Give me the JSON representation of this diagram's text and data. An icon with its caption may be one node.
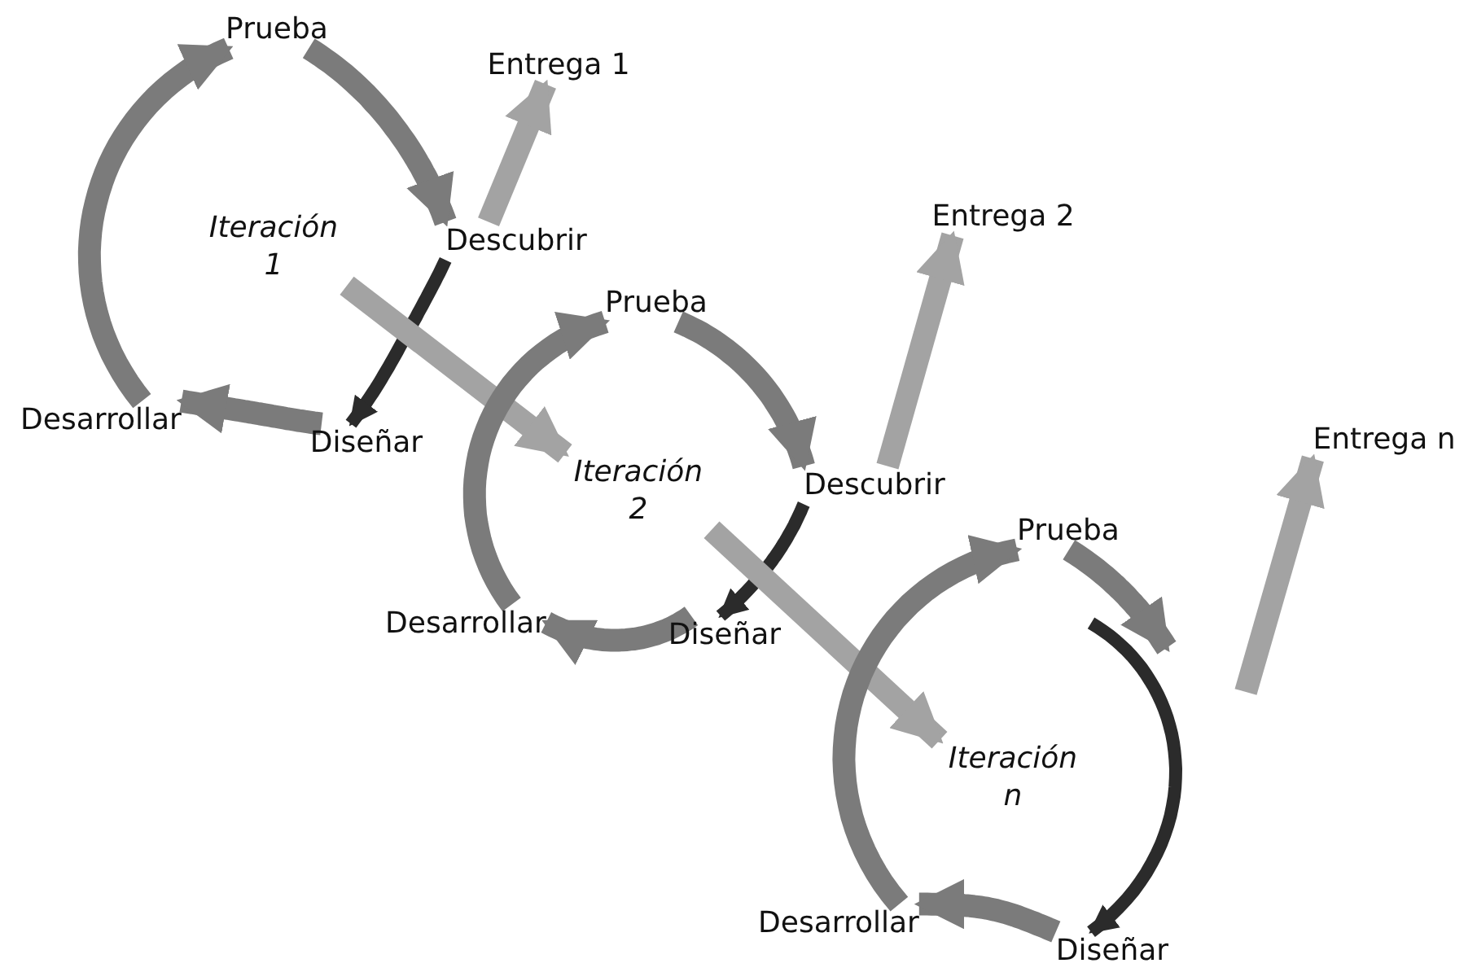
{
  "diagram": {
    "nodes": [
      {
        "text": [
          "Prueba"
        ]
      },
      {
        "text": [
          "Entrega 1"
        ]
      },
      {
        "text": [
          "Iteración 1"
        ]
      },
      {
        "text": [
          "Descubrir"
        ]
      },
      {
        "text": [
          "Desarrollar"
        ]
      },
      {
        "text": [
          "Diseñar"
        ]
      },
      {
        "text": [
          "Prueba"
        ]
      },
      {
        "text": [
          "Entrega 2"
        ]
      },
      {
        "text": [
          "Iteración 2"
        ]
      },
      {
        "text": [
          "Descubrir"
        ]
      },
      {
        "text": [
          "Desarrollar"
        ]
      },
      {
        "text": [
          "Diseñar"
        ]
      },
      {
        "text": [
          "Prueba"
        ]
      },
      {
        "text": [
          "Entrega n"
        ]
      },
      {
        "text": [
          "Iteración n"
        ]
      },
      {
        "text": [
          "Desarrollar"
        ]
      },
      {
        "text": [
          "Diseñar"
        ]
      }
    ],
    "edges": [
      {
        "from": 4,
        "to": 0,
        "arrow": "to"
      },
      {
        "from": 0,
        "to": 3,
        "arrow": "to"
      },
      {
        "from": 3,
        "to": 5,
        "arrow": "to",
        "color": "#2b2b2b"
      },
      {
        "from": 5,
        "to": 4,
        "arrow": "to"
      },
      {
        "from": 3,
        "to": 1,
        "arrow": "to",
        "color": "#a3a3a3"
      },
      {
        "from": 2,
        "to": 8,
        "arrow": "to",
        "color": "#a3a3a3"
      },
      {
        "from": 10,
        "to": 6,
        "arrow": "to"
      },
      {
        "from": 6,
        "to": 9,
        "arrow": "to"
      },
      {
        "from": 9,
        "to": 11,
        "arrow": "to",
        "color": "#2b2b2b"
      },
      {
        "from": 11,
        "to": 10,
        "arrow": "to"
      },
      {
        "from": 9,
        "to": 7,
        "arrow": "to",
        "color": "#a3a3a3"
      },
      {
        "from": 8,
        "to": 14,
        "arrow": "to",
        "color": "#a3a3a3"
      },
      {
        "from": 15,
        "to": 12,
        "arrow": "to"
      },
      {
        "from": 12,
        "to": null,
        "arrow": "to"
      },
      {
        "from": null,
        "to": 16,
        "arrow": "to",
        "color": "#2b2b2b"
      },
      {
        "from": 16,
        "to": 15,
        "arrow": "to"
      },
      {
        "from": null,
        "to": 13,
        "arrow": "to",
        "color": "#a3a3a3"
      }
    ]
  }
}
